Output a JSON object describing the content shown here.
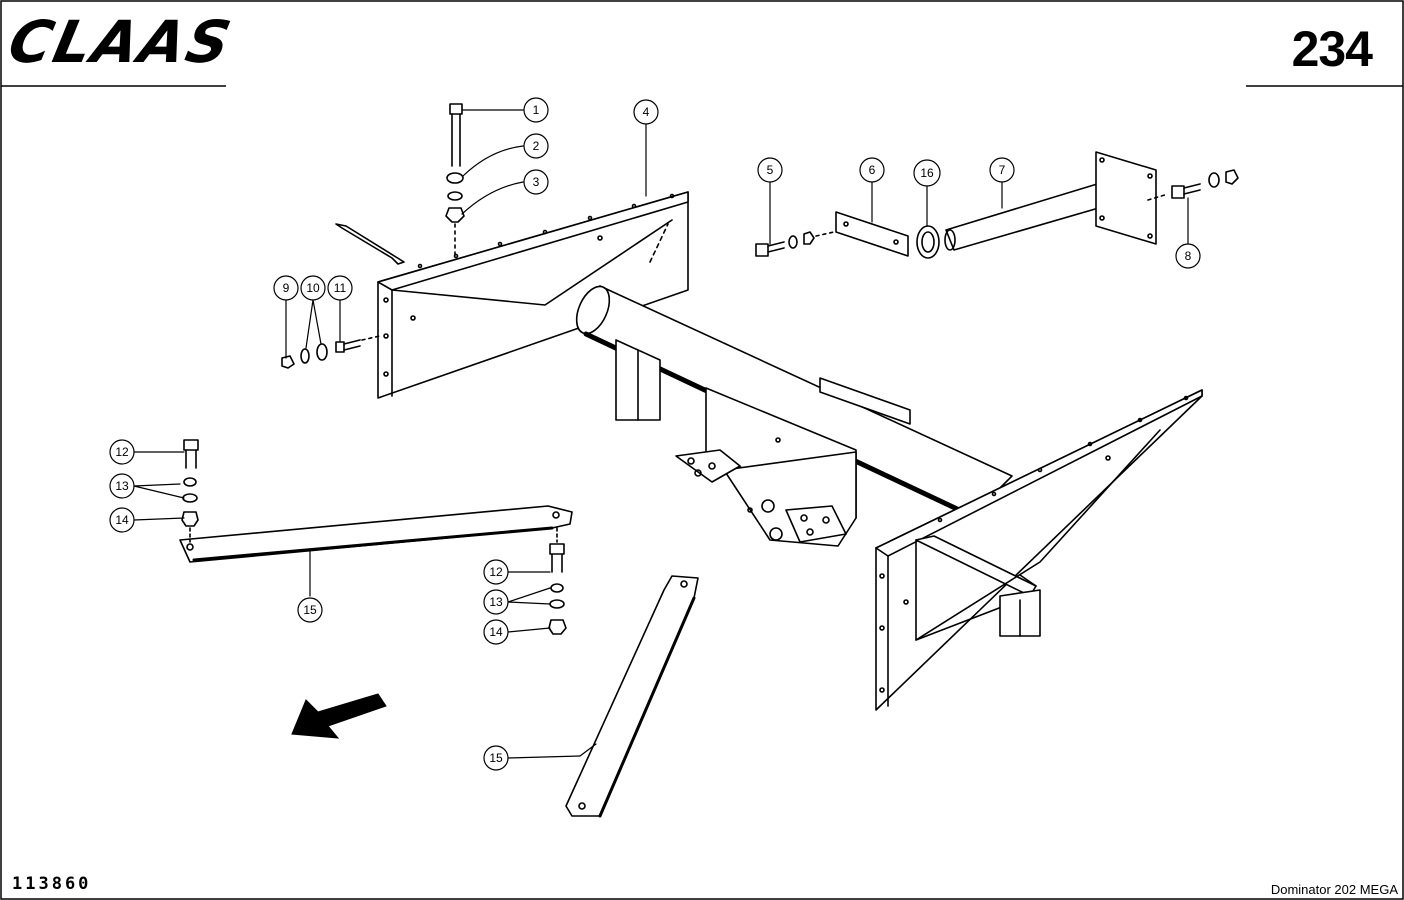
{
  "header": {
    "brand": "CLAAS",
    "page_number": "234"
  },
  "footer": {
    "drawing_number": "113860",
    "model": "Dominator  202 MEGA"
  },
  "callouts": [
    {
      "id": "c1",
      "label": "1"
    },
    {
      "id": "c2",
      "label": "2"
    },
    {
      "id": "c3",
      "label": "3"
    },
    {
      "id": "c4",
      "label": "4"
    },
    {
      "id": "c5",
      "label": "5"
    },
    {
      "id": "c6",
      "label": "6"
    },
    {
      "id": "c16",
      "label": "16"
    },
    {
      "id": "c7",
      "label": "7"
    },
    {
      "id": "c8",
      "label": "8"
    },
    {
      "id": "c9",
      "label": "9"
    },
    {
      "id": "c10",
      "label": "10"
    },
    {
      "id": "c11",
      "label": "11"
    },
    {
      "id": "c12a",
      "label": "12"
    },
    {
      "id": "c13a",
      "label": "13"
    },
    {
      "id": "c14a",
      "label": "14"
    },
    {
      "id": "c15a",
      "label": "15"
    },
    {
      "id": "c12b",
      "label": "12"
    },
    {
      "id": "c13b",
      "label": "13"
    },
    {
      "id": "c14b",
      "label": "14"
    },
    {
      "id": "c15b",
      "label": "15"
    }
  ]
}
